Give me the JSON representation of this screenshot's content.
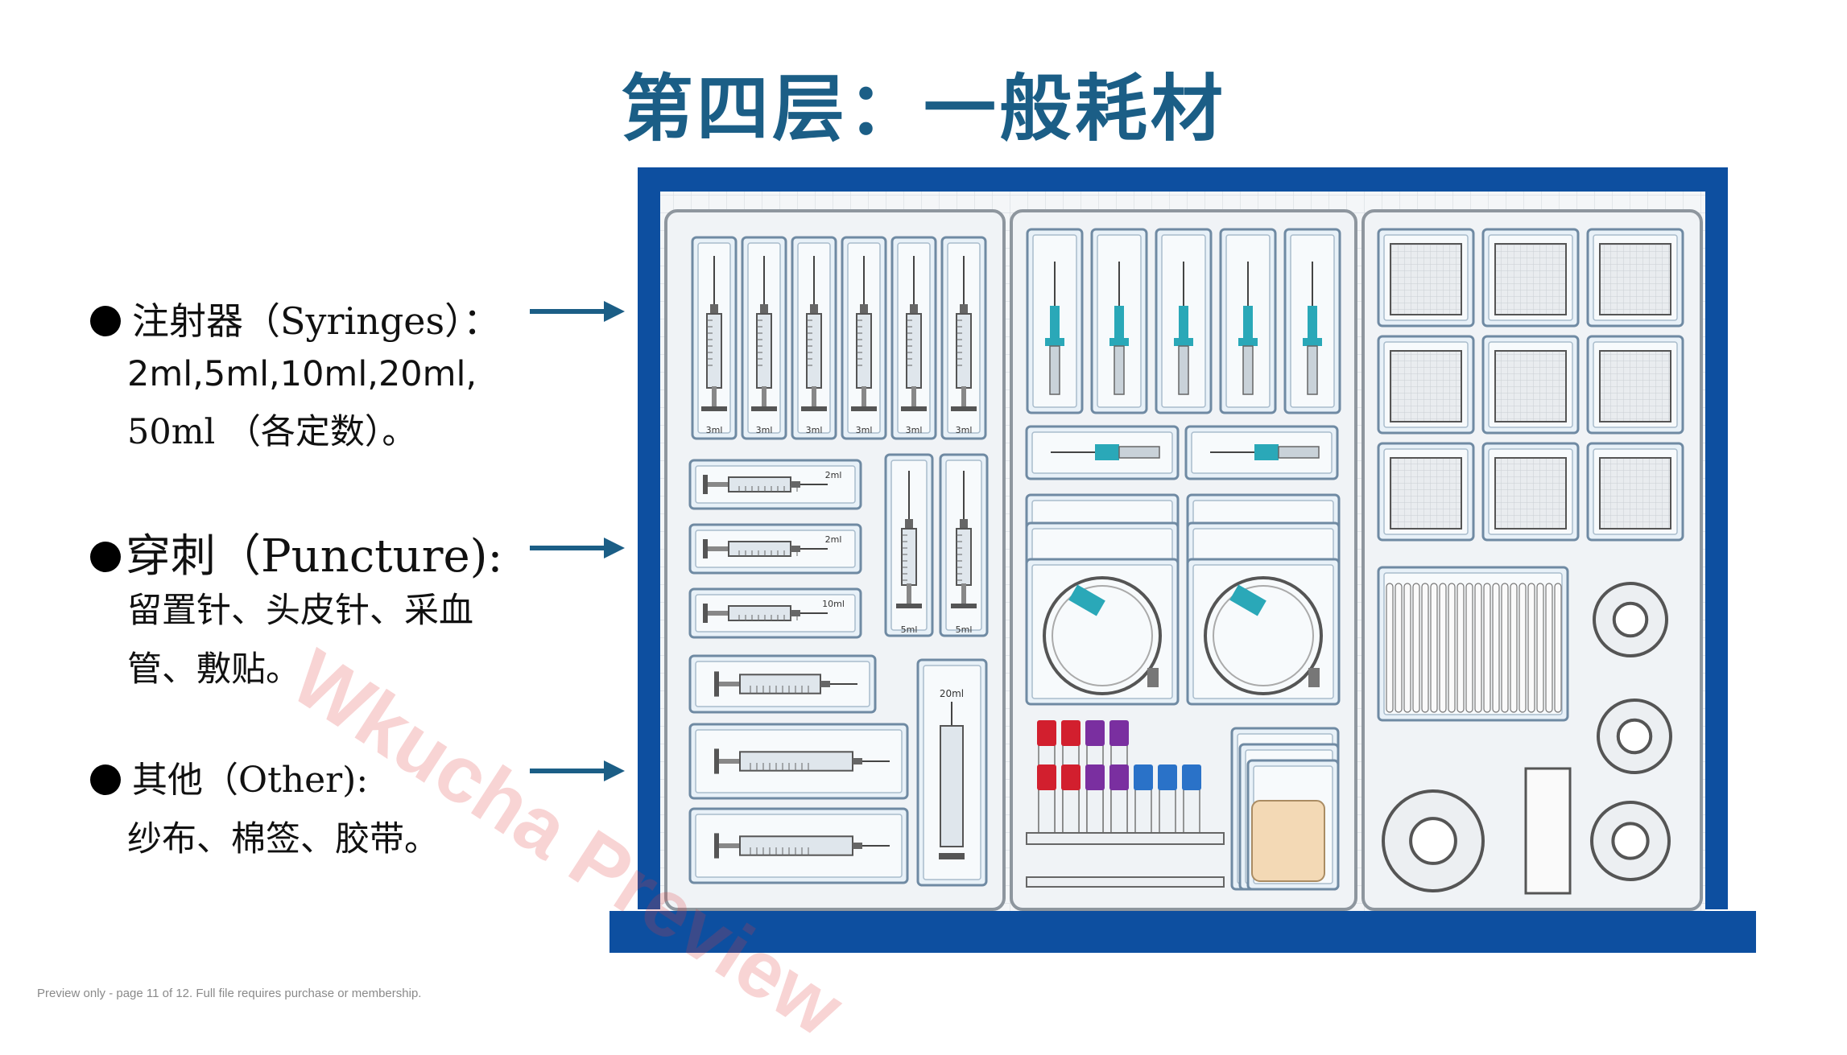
{
  "title": "第四层：一般耗材",
  "items": [
    {
      "head": "注射器（Syringes）：",
      "lines": [
        "2ml,5ml,10ml,20ml,",
        "50ml （各定数）。"
      ]
    },
    {
      "head": "穿刺（Puncture):",
      "lines": [
        "留置针、头皮针、采血",
        "管、敷贴。"
      ]
    },
    {
      "head": "其他（Other):",
      "lines": [
        "纱布、棉签、胶带。"
      ]
    }
  ],
  "diagram": {
    "syringe_labels_top": [
      "3ml",
      "3ml",
      "3ml",
      "3ml",
      "3ml",
      "3ml"
    ],
    "syringe_labels_side": [
      "2ml",
      "2ml",
      "10ml"
    ],
    "syringe_labels_vertical": [
      "5ml",
      "5ml"
    ],
    "syringe_label_20ml": "20ml",
    "colors": {
      "accent": "#1b5e86",
      "frame": "#0d4fa0",
      "teal": "#2aa8b8",
      "tube_red": "#d21f2e",
      "tube_purple": "#7a2fa0",
      "tube_blue": "#2a72c8"
    }
  },
  "footer": "Preview only - page 11 of 12. Full file requires purchase or membership.",
  "watermark": "Wkucha Preview"
}
